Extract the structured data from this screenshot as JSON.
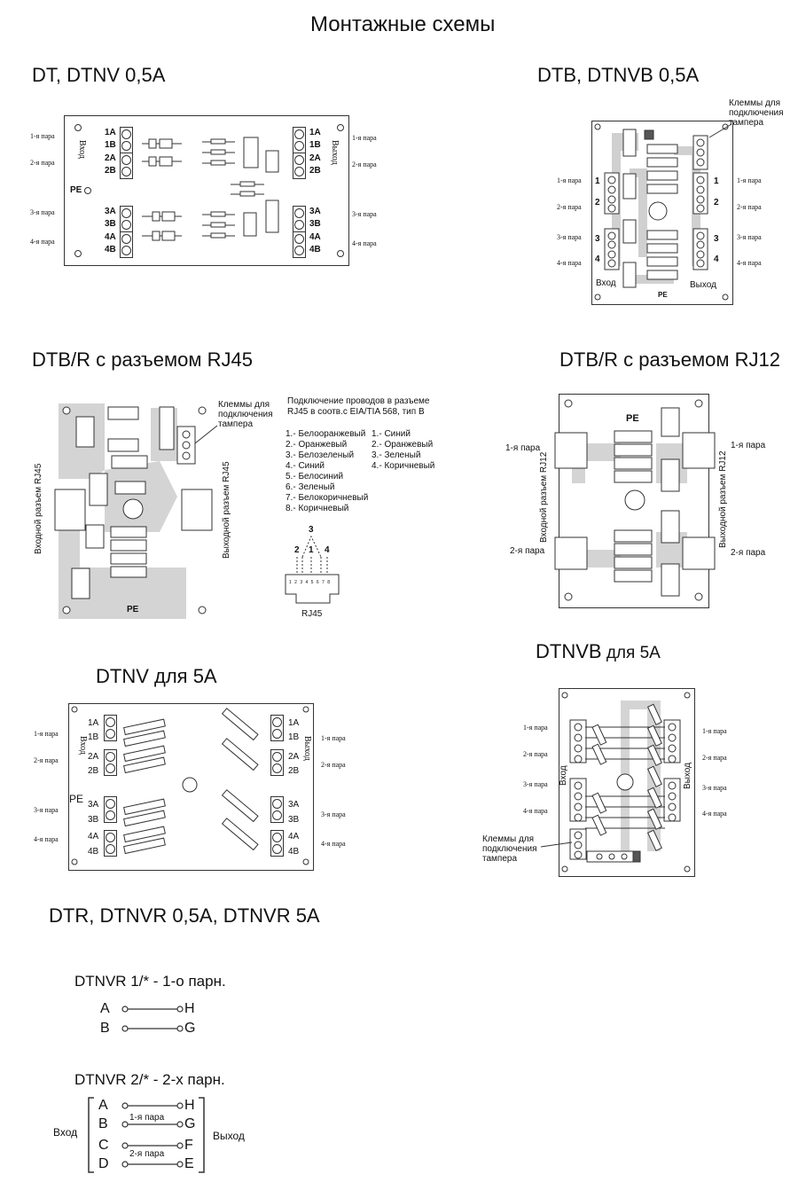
{
  "title": "Монтажные схемы",
  "sections": {
    "dt": {
      "title": "DT, DTNV 0,5A",
      "pairs_left": [
        "1-я пара",
        "2-я пара",
        "3-я пара",
        "4-я пара"
      ],
      "pairs_right": [
        "1-я пара",
        "2-я пара",
        "3-я пара",
        "4-я пара"
      ],
      "in_label": "Вход",
      "out_label": "Выход",
      "pe": "PE",
      "terms": [
        "1A",
        "1B",
        "2A",
        "2B",
        "3A",
        "3B",
        "4A",
        "4B"
      ]
    },
    "dtb": {
      "title": "DTB, DTNVB 0,5A",
      "tamper": "Клеммы для\nподключения\nтампера",
      "pairs_left": [
        "1-я пара",
        "2-я пара",
        "3-я пара",
        "4-я пара"
      ],
      "pairs_right": [
        "1-я пара",
        "2-я пара",
        "3-я пара",
        "4-я пара"
      ],
      "nums": [
        "1",
        "2",
        "3",
        "4"
      ],
      "in_label": "Вход",
      "out_label": "Выход",
      "pe": "PE"
    },
    "rj45": {
      "title": "DTB/R с разъемом RJ45",
      "tamper": "Клеммы для\nподключения\nтампера",
      "in_conn": "Входной разъем RJ45",
      "out_conn": "Выходной разъем RJ45",
      "pe": "PE",
      "wiring_title": "Подключение проводов в разъеме\nRJ45 в соотв.с EIA/TIA 568, тип В",
      "wires_a": [
        "1.- Белооранжевый",
        "2.- Оранжевый",
        "3.- Белозеленый",
        "4.- Синий",
        "5.- Белосиний",
        "6.- Зеленый",
        "7.- Белокоричневый",
        "8.- Коричневый"
      ],
      "wires_b": [
        "1.- Синий",
        "2.- Оранжевый",
        "3.- Зеленый",
        "4.- Коричневый"
      ],
      "pin_top": "3",
      "pin_labels": [
        "2",
        "1",
        "4"
      ],
      "pin_nums": "1 2 3 4 5 6 7 8",
      "connector": "RJ45"
    },
    "rj12": {
      "title": "DTB/R с разъемом RJ12",
      "pe": "PE",
      "pair1_left": "1-я пара",
      "pair1_right": "1-я пара",
      "pair2_left": "2-я пара",
      "pair2_right": "2-я пара",
      "in_conn": "Входной разъем RJ12",
      "out_conn": "Выходной разъем RJ12"
    },
    "dtnv5": {
      "title": "DTNV для 5A",
      "pairs_left": [
        "1-я пара",
        "2-я пара",
        "3-я пара",
        "4-я пара"
      ],
      "pairs_right": [
        "1-я пара",
        "2-я пара",
        "3-я пара",
        "4-я пара"
      ],
      "in_label": "Вход",
      "out_label": "Выход",
      "pe": "PE",
      "terms": [
        "1A",
        "1B",
        "2A",
        "2B",
        "3A",
        "3B",
        "4A",
        "4B"
      ]
    },
    "dtnvb5": {
      "title_main": "DTNVB",
      "title_sub": " для 5A",
      "pairs_left": [
        "1-я пара",
        "2-я пара",
        "3-я пара",
        "4-я пара"
      ],
      "pairs_right": [
        "1-я пара",
        "2-я пара",
        "3-я пара",
        "4-я пара"
      ],
      "in_label": "Вход",
      "out_label": "Выход",
      "tamper": "Клеммы для\nподключения\nтампера"
    },
    "dtr": {
      "title": "DTR, DTNVR 0,5A, DTNVR 5A",
      "v1_title": "DTNVR 1/* - 1-о парн.",
      "v1_left": [
        "A",
        "B"
      ],
      "v1_right": [
        "H",
        "G"
      ],
      "v2_title": "DTNVR 2/* - 2-х парн.",
      "v2_left": [
        "A",
        "B",
        "C",
        "D"
      ],
      "v2_right": [
        "H",
        "G",
        "F",
        "E"
      ],
      "v2_pair1": "1-я пара",
      "v2_pair2": "2-я пара",
      "in_label": "Вход",
      "out_label": "Выход"
    }
  }
}
